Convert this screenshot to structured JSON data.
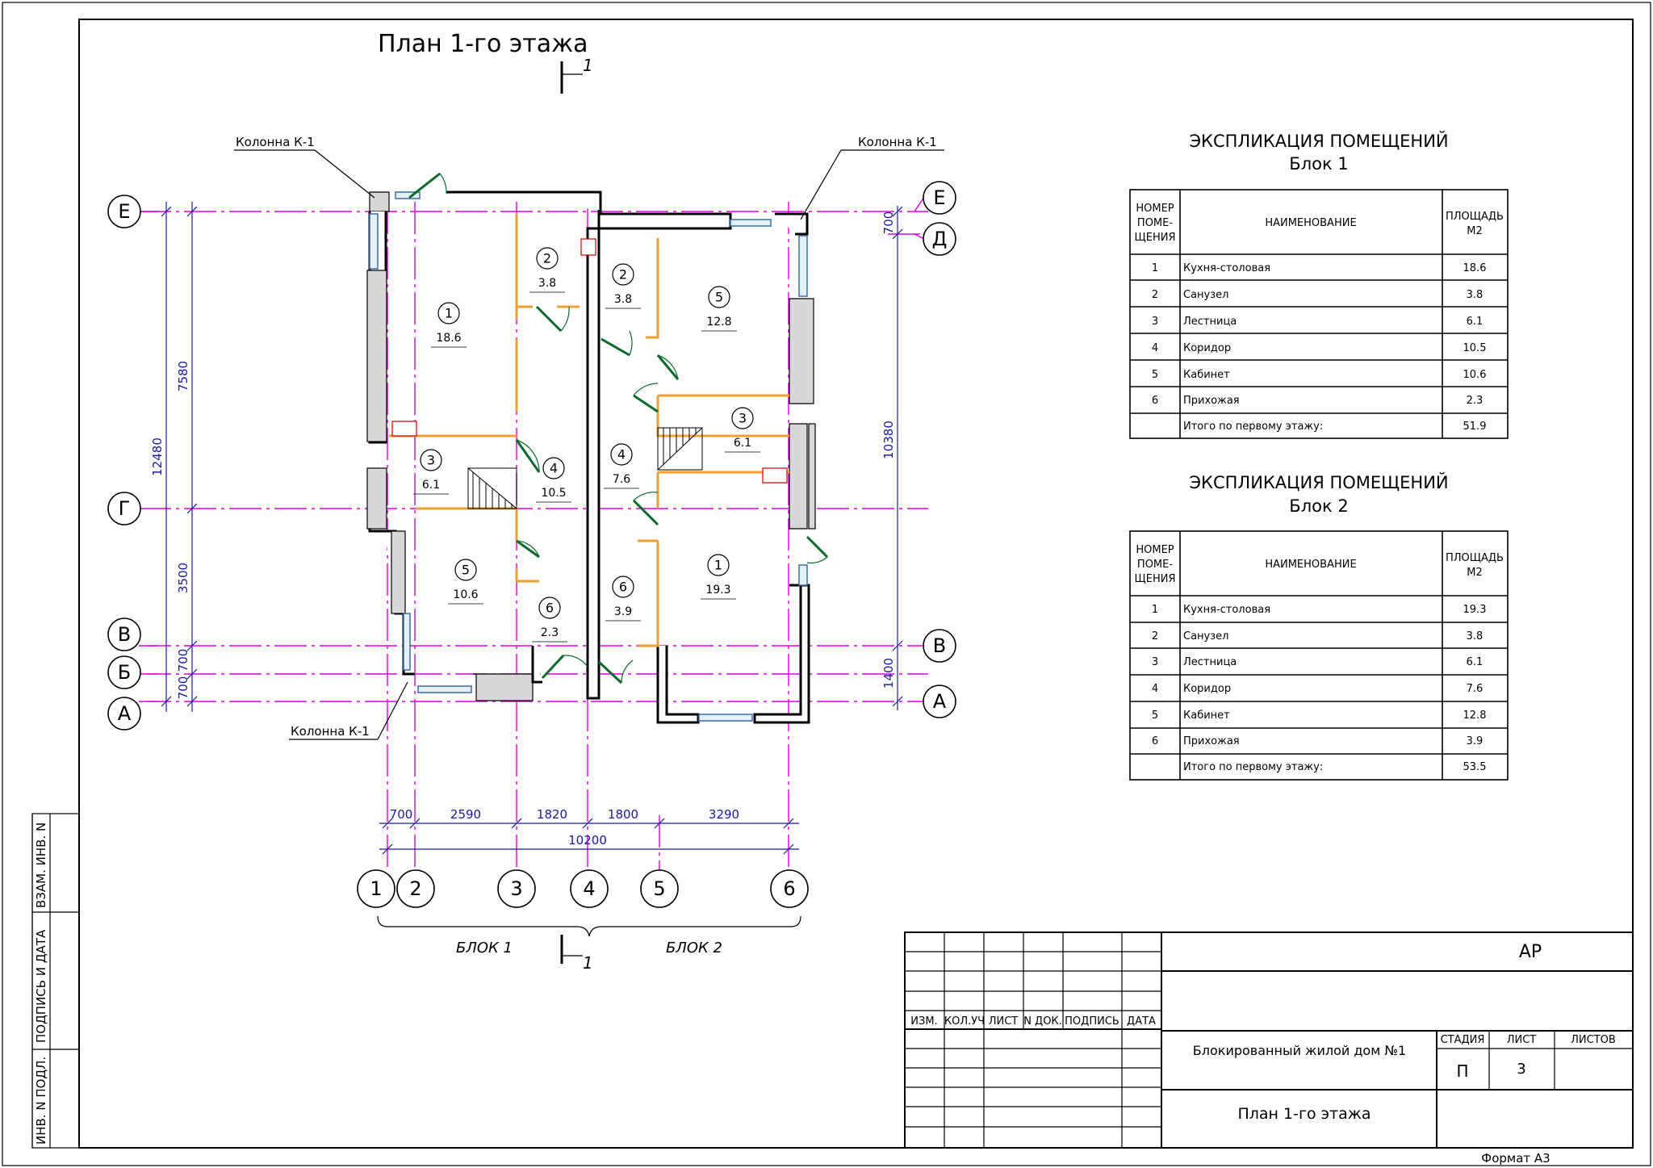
{
  "plan_title": "План 1-го этажа",
  "section_marker": "1",
  "callouts": {
    "column_left_top": "Колонна К-1",
    "column_right_top": "Колонна К-1",
    "column_bottom": "Колонна К-1"
  },
  "axes_letters": {
    "E": "Е",
    "D": "Д",
    "G": "Г",
    "V": "В",
    "B": "Б",
    "A": "А"
  },
  "axes_numbers": [
    "1",
    "2",
    "3",
    "4",
    "5",
    "6"
  ],
  "dims": {
    "left_7580": "7580",
    "left_12480": "12480",
    "left_3500": "3500",
    "left_700a": "700",
    "left_700b": "700",
    "right_700": "700",
    "right_10380": "10380",
    "right_1400": "1400",
    "bottom": [
      "700",
      "2590",
      "1820",
      "1800",
      "3290"
    ],
    "total": "10200"
  },
  "blocks": {
    "block1": "БЛОК 1",
    "block2": "БЛОК 2"
  },
  "rooms": [
    {
      "num": "1",
      "area": "18.6"
    },
    {
      "num": "2",
      "area": "3.8"
    },
    {
      "num": "2",
      "area": "3.8"
    },
    {
      "num": "5",
      "area": "12.8"
    },
    {
      "num": "3",
      "area": "6.1"
    },
    {
      "num": "4",
      "area": "10.5"
    },
    {
      "num": "4",
      "area": "7.6"
    },
    {
      "num": "3",
      "area": "6.1"
    },
    {
      "num": "5",
      "area": "10.6"
    },
    {
      "num": "6",
      "area": "2.3"
    },
    {
      "num": "6",
      "area": "3.9"
    },
    {
      "num": "1",
      "area": "19.3"
    }
  ],
  "explication1": {
    "title": "ЭКСПЛИКАЦИЯ ПОМЕЩЕНИЙ",
    "subtitle": "Блок 1",
    "headers": {
      "num": [
        "НОМЕР",
        "ПОМЕ-",
        "ЩЕНИЯ"
      ],
      "name": "НАИМЕНОВАНИЕ",
      "area": [
        "ПЛОЩАДЬ",
        "М2"
      ]
    },
    "rows": [
      {
        "num": "1",
        "name": "Кухня-столовая",
        "area": "18.6"
      },
      {
        "num": "2",
        "name": "Санузел",
        "area": "3.8"
      },
      {
        "num": "3",
        "name": "Лестница",
        "area": "6.1"
      },
      {
        "num": "4",
        "name": "Коридор",
        "area": "10.5"
      },
      {
        "num": "5",
        "name": "Кабинет",
        "area": "10.6"
      },
      {
        "num": "6",
        "name": "Прихожая",
        "area": "2.3"
      },
      {
        "num": "",
        "name": "Итого  по первому этажу:",
        "area": "51.9"
      }
    ]
  },
  "explication2": {
    "title": "ЭКСПЛИКАЦИЯ ПОМЕЩЕНИЙ",
    "subtitle": "Блок 2",
    "headers": {
      "num": [
        "НОМЕР",
        "ПОМЕ-",
        "ЩЕНИЯ"
      ],
      "name": "НАИМЕНОВАНИЕ",
      "area": [
        "ПЛОЩАДЬ",
        "М2"
      ]
    },
    "rows": [
      {
        "num": "1",
        "name": "Кухня-столовая",
        "area": "19.3"
      },
      {
        "num": "2",
        "name": "Санузел",
        "area": "3.8"
      },
      {
        "num": "3",
        "name": "Лестница",
        "area": "6.1"
      },
      {
        "num": "4",
        "name": "Коридор",
        "area": "7.6"
      },
      {
        "num": "5",
        "name": "Кабинет",
        "area": "12.8"
      },
      {
        "num": "6",
        "name": "Прихожая",
        "area": "3.9"
      },
      {
        "num": "",
        "name": "Итого  по первому этажу:",
        "area": "53.5"
      }
    ]
  },
  "stamp": {
    "code": "АР",
    "cols": [
      "ИЗМ.",
      "КОЛ.УЧ",
      "ЛИСТ",
      "N ДОК.",
      "ПОДПИСЬ",
      "ДАТА"
    ],
    "project": "Блокированный жилой дом №1",
    "stage_label": "СТАДИЯ",
    "sheet_label": "ЛИСТ",
    "sheets_label": "ЛИСТОВ",
    "stage": "П",
    "sheet": "3",
    "sheet_title": "План 1-го этажа"
  },
  "side_labels": {
    "inv_podl": "ИНВ. N ПОДЛ.",
    "podpis": "ПОДПИСЬ И ДАТА",
    "vzam": "ВЗАМ. ИНВ. N"
  },
  "format": "Формат А3"
}
